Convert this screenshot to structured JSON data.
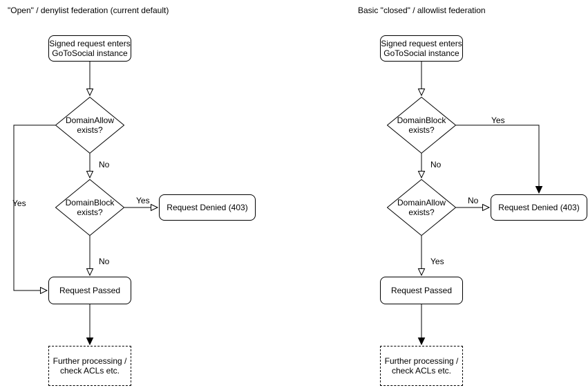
{
  "colors": {
    "stroke": "#000000",
    "shape_fill": "#ffffff",
    "text": "#000000",
    "background": "#ffffff"
  },
  "left": {
    "title": "\"Open\" / denylist federation (current default)",
    "nodes": {
      "start": "Signed request enters\nGoToSocial instance",
      "decision1": "DomainAllow\nexists?",
      "decision2": "DomainBlock\nexists?",
      "denied": "Request Denied (403)",
      "passed": "Request Passed",
      "further": "Further processing /\ncheck ACLs etc."
    },
    "edge_labels": {
      "decision1_yes": "Yes",
      "decision1_no": "No",
      "decision2_yes": "Yes",
      "decision2_no": "No"
    }
  },
  "right": {
    "title": "Basic \"closed\" / allowlist federation",
    "nodes": {
      "start": "Signed request enters\nGoToSocial instance",
      "decision1": "DomainBlock\nexists?",
      "decision2": "DomainAllow\nexists?",
      "denied": "Request Denied (403)",
      "passed": "Request Passed",
      "further": "Further processing /\ncheck ACLs etc."
    },
    "edge_labels": {
      "decision1_yes": "Yes",
      "decision1_no": "No",
      "decision2_no": "No",
      "decision2_yes": "Yes"
    }
  }
}
